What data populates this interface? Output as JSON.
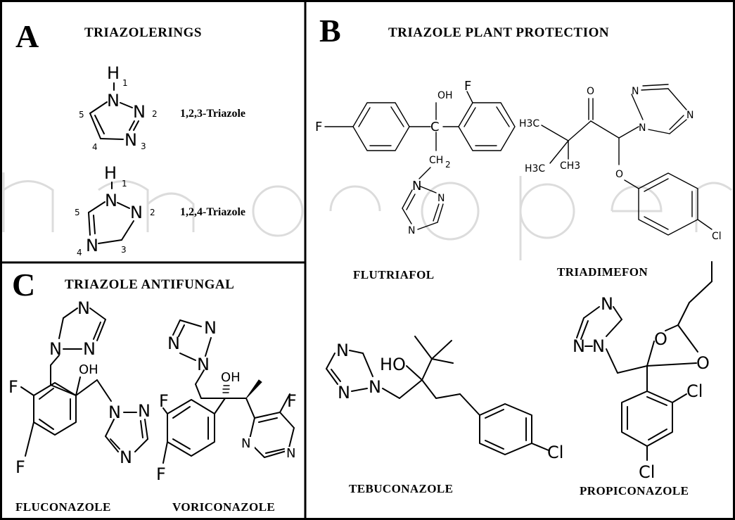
{
  "panels": {
    "A": {
      "letter": "A",
      "title": "TRIAZOLERINGS"
    },
    "B": {
      "letter": "B",
      "title": "TRIAZOLE PLANT PROTECTION"
    },
    "C": {
      "letter": "C",
      "title": "TRIAZOLE ANTIFUNGAL"
    }
  },
  "triazoles": {
    "t123": {
      "name": "1,2,3-Triazole"
    },
    "t124": {
      "name": "1,2,4-Triazole"
    }
  },
  "compounds": {
    "flutriafol": "FLUTRIAFOL",
    "triadimefon": "TRIADIMEFON",
    "tebuconazole": "TEBUCONAZOLE",
    "propiconazole": "PROPICONAZOLE",
    "fluconazole": "FLUCONAZOLE",
    "voriconazole": "VORICONAZOLE"
  },
  "atoms": {
    "H": "H",
    "N": "N",
    "F": "F",
    "OH": "OH",
    "HO": "HO",
    "O": "O",
    "Cl": "Cl",
    "C": "C",
    "CH": "CH",
    "sub2": "2",
    "H3C": "H3C",
    "CH3": "CH3",
    "p1": "1",
    "p2": "2",
    "p3": "3",
    "p4": "4",
    "p5": "5"
  }
}
